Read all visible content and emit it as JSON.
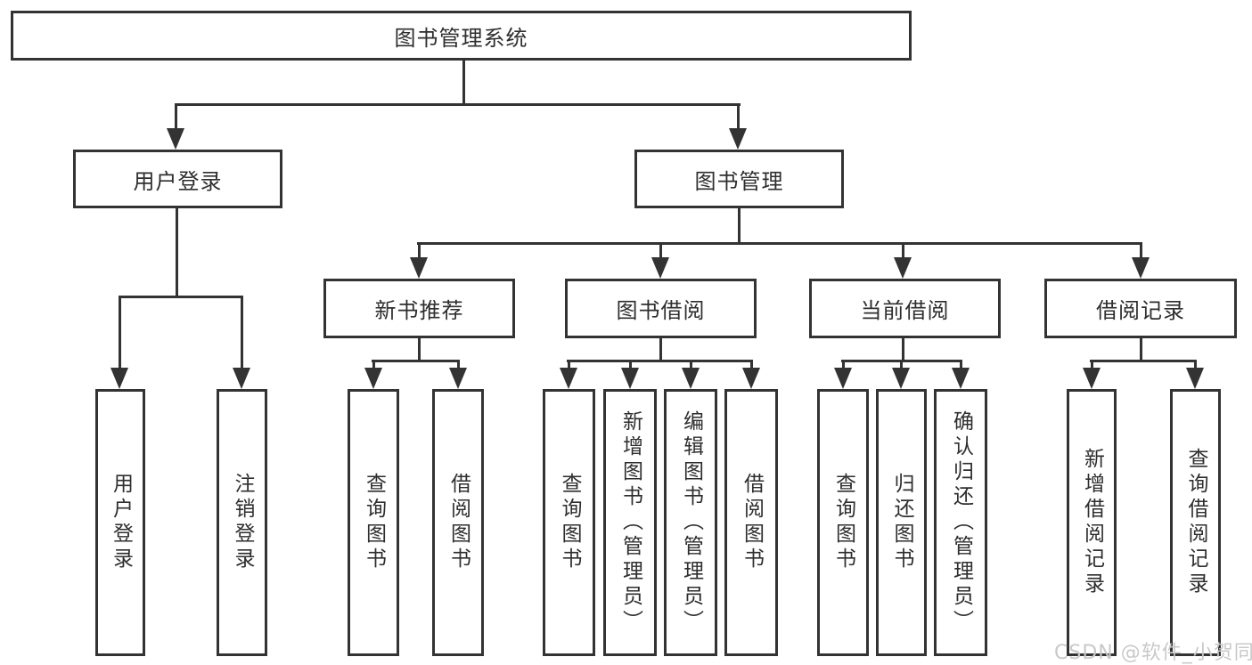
{
  "colors": {
    "line": "#333333",
    "text": "#2e2e2e",
    "background": "#ffffff",
    "watermark": "#c9c9c9"
  },
  "watermark": {
    "text": "CSDN @软件_小贺同学"
  },
  "tree": {
    "root": {
      "label": "图书管理系统"
    },
    "children": [
      {
        "label": "用户登录",
        "children": [
          {
            "label": "用户登录"
          },
          {
            "label": "注销登录"
          }
        ]
      },
      {
        "label": "图书管理",
        "children": [
          {
            "label": "新书推荐",
            "children": [
              {
                "label": "查询图书"
              },
              {
                "label": "借阅图书"
              }
            ]
          },
          {
            "label": "图书借阅",
            "children": [
              {
                "label": "查询图书"
              },
              {
                "label": "新增图书（管理员）"
              },
              {
                "label": "编辑图书（管理员）"
              },
              {
                "label": "借阅图书"
              }
            ]
          },
          {
            "label": "当前借阅",
            "children": [
              {
                "label": "查询图书"
              },
              {
                "label": "归还图书"
              },
              {
                "label": "确认归还（管理员）"
              }
            ]
          },
          {
            "label": "借阅记录",
            "children": [
              {
                "label": "新增借阅记录"
              },
              {
                "label": "查询借阅记录"
              }
            ]
          }
        ]
      }
    ]
  }
}
